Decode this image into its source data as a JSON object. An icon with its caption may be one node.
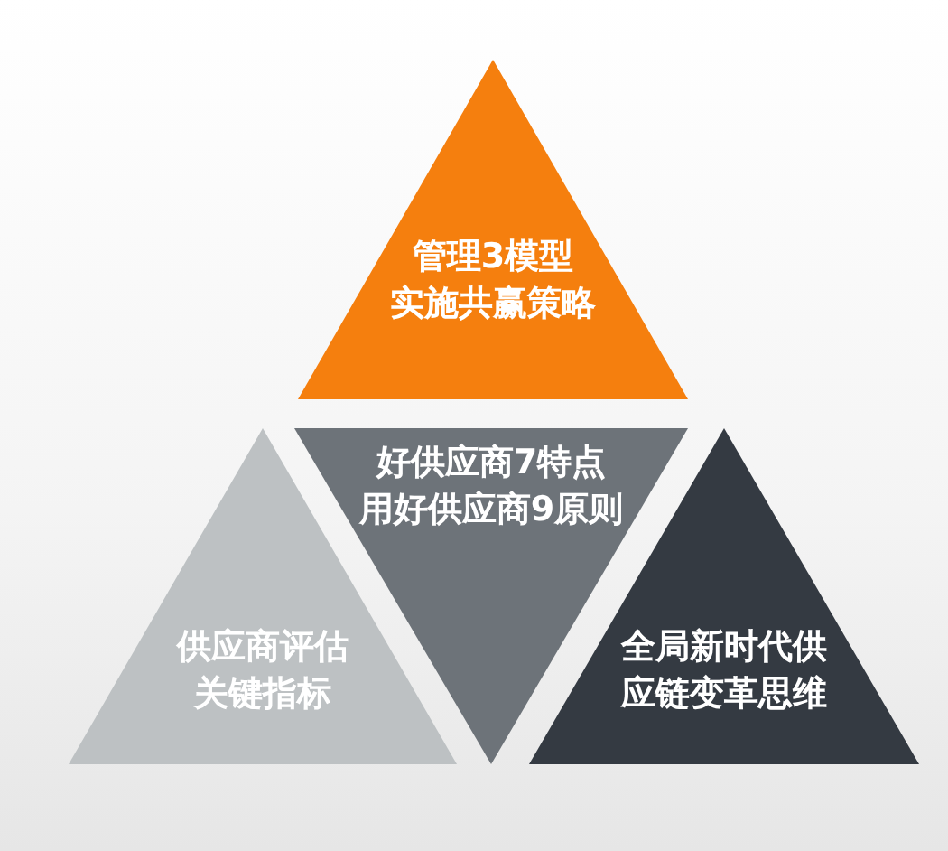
{
  "diagram": {
    "nodes": [
      {
        "text": [
          "管理3模型",
          "实施共赢策略"
        ]
      },
      {
        "text": [
          "好供应商7特点",
          "用好供应商9原则"
        ]
      },
      {
        "text": [
          "供应商评估",
          "关键指标"
        ]
      },
      {
        "text": [
          "全局新时代供",
          "应链变革思维"
        ]
      }
    ]
  }
}
